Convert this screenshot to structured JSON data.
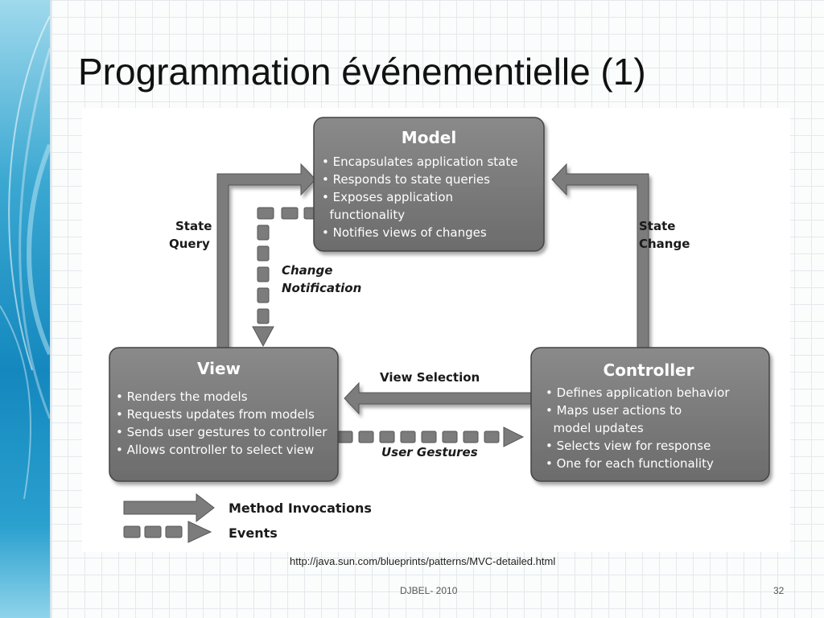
{
  "slide": {
    "title": "Programmation événementielle (1)",
    "source_url": "http://java.sun.com/blueprints/patterns/MVC-detailed.html",
    "footer_text": "DJBEL- 2010",
    "page_number": "32"
  },
  "diagram": {
    "model": {
      "title": "Model",
      "lines": [
        "• Encapsulates application state",
        "• Responds to state queries",
        "• Exposes application",
        "  functionality",
        "• Notifies views of changes"
      ]
    },
    "view": {
      "title": "View",
      "lines": [
        "• Renders the models",
        "• Requests updates from models",
        "• Sends user gestures to controller",
        "• Allows controller to select view"
      ]
    },
    "controller": {
      "title": "Controller",
      "lines": [
        "• Defines application behavior",
        "• Maps user actions to",
        "  model updates",
        "• Selects view for response",
        "• One for each functionality"
      ]
    },
    "labels": {
      "state_query": [
        "State",
        "Query"
      ],
      "state_change": [
        "State",
        "Change"
      ],
      "change_notification": [
        "Change",
        "Notification"
      ],
      "view_selection": "View Selection",
      "user_gestures": "User Gestures"
    },
    "legend": {
      "method_invocations": "Method Invocations",
      "events": "Events"
    }
  },
  "colors": {
    "box_fill": "#7a7a7a",
    "arrow_fill": "#7c7c7c",
    "accent_blue": "#1488be"
  }
}
